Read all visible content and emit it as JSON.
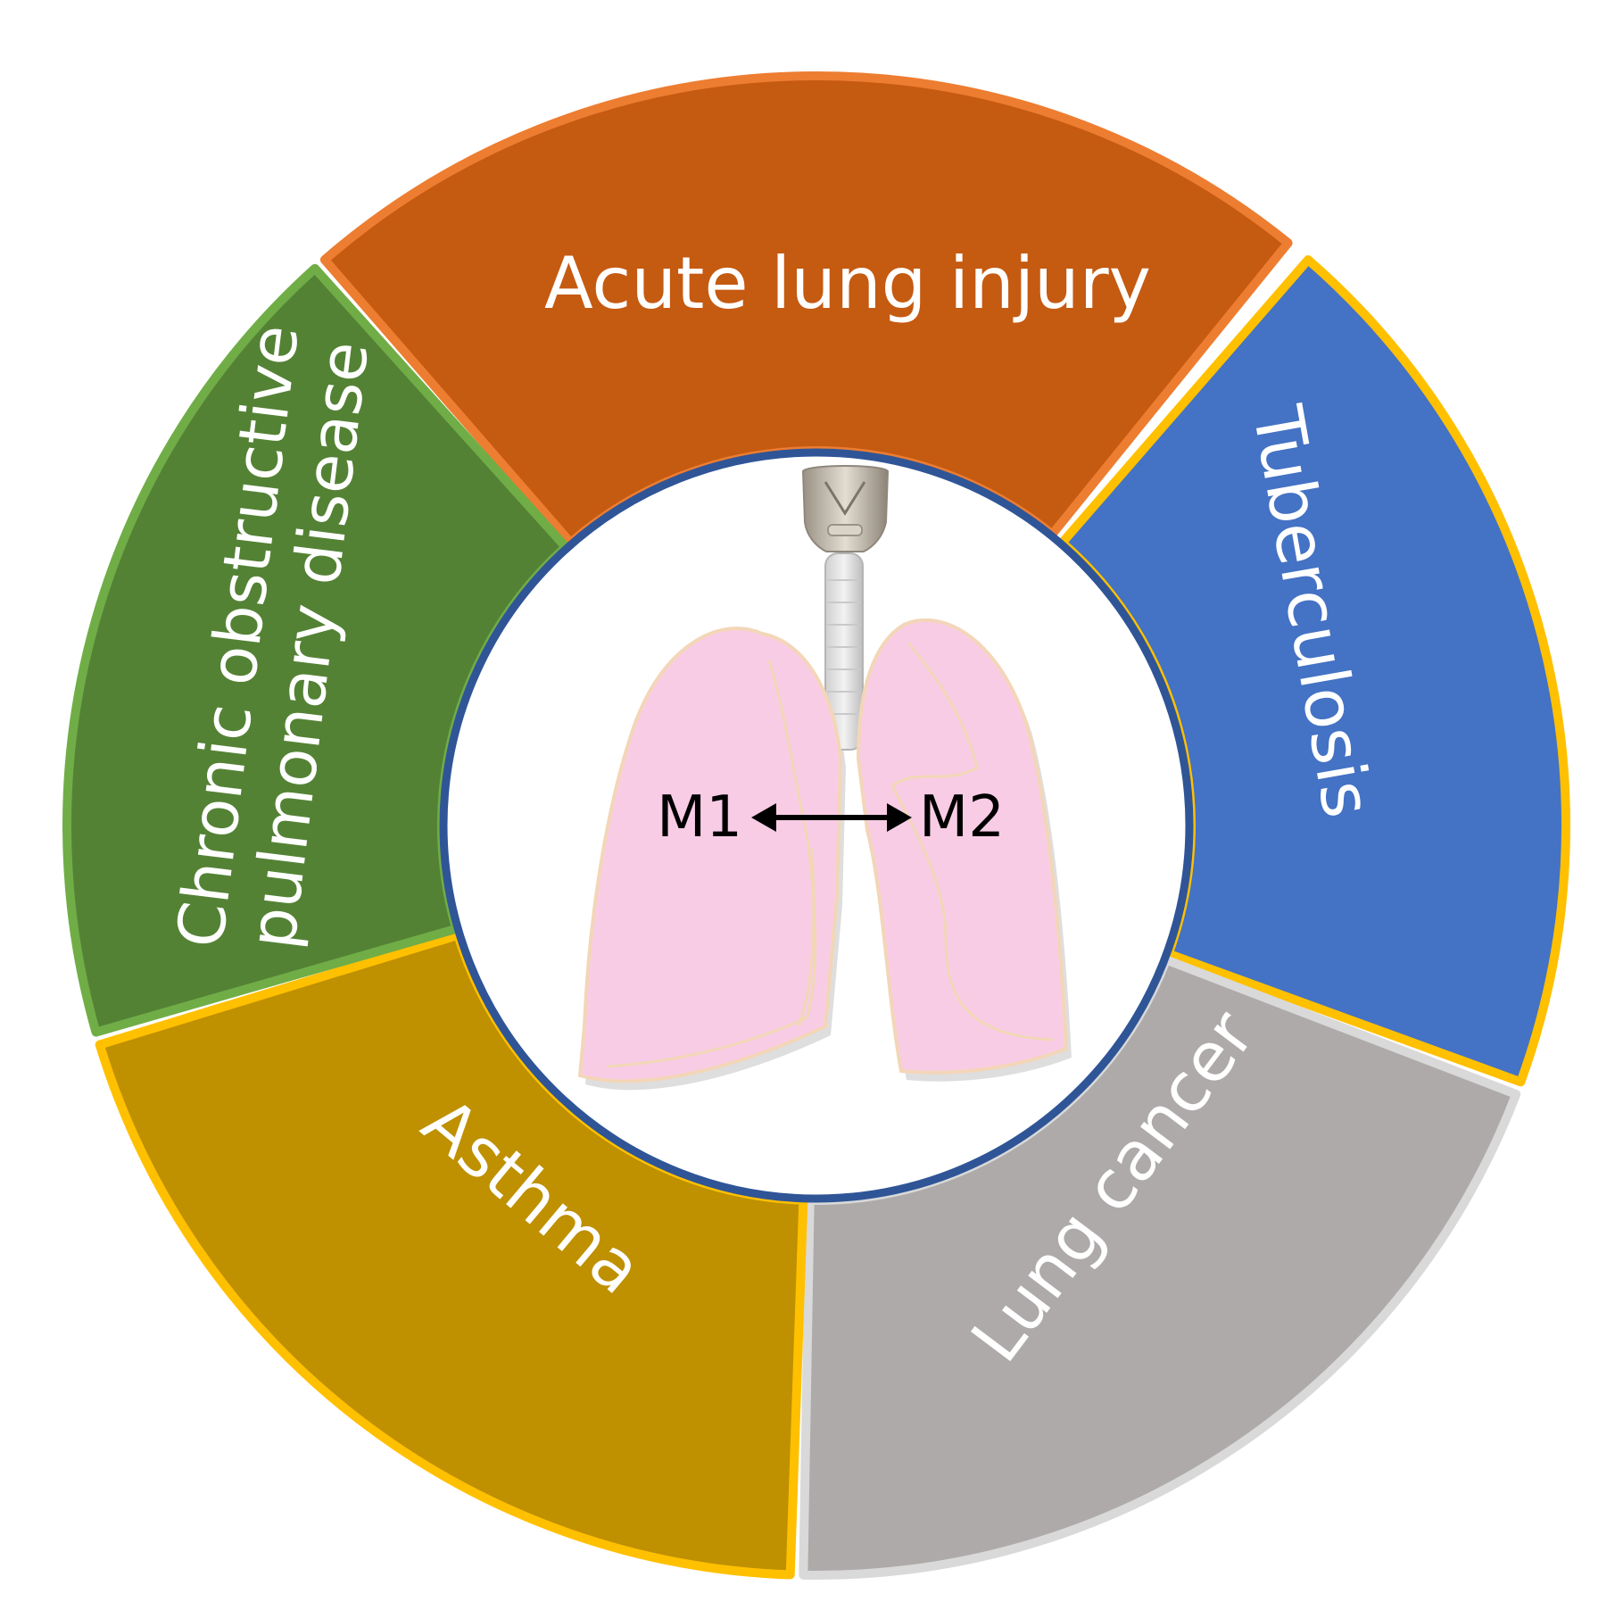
{
  "segments": [
    {
      "id": "acute",
      "label": "Acute lung injury",
      "fill": "#c55a11",
      "border": "#ed7d31"
    },
    {
      "id": "tb",
      "label": "Tuberculosis",
      "fill": "#4472c4",
      "border": "#ffc000"
    },
    {
      "id": "cancer",
      "label": "Lung cancer",
      "fill": "#aeaaaa",
      "border": "#d9d9d9"
    },
    {
      "id": "asthma",
      "label": "Asthma",
      "fill": "#bf9000",
      "border": "#ffc000"
    },
    {
      "id": "copd",
      "label_line1": "Chronic obstructive",
      "label_line2": "pulmonary disease",
      "fill": "#548235",
      "border": "#70ad47"
    }
  ],
  "center": {
    "m1_label": "M1",
    "m2_label": "M2",
    "ring_color": "#2f5597",
    "lung_color": "#f9cce6"
  }
}
